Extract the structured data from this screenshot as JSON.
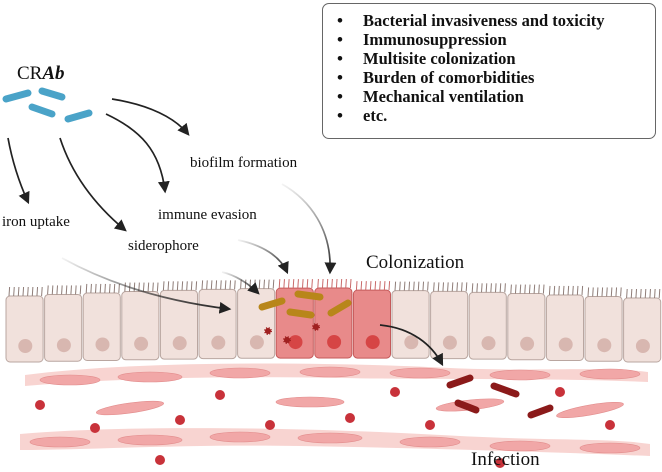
{
  "pathogen": {
    "prefix": "CR",
    "italic": "Ab"
  },
  "risk_factors": [
    "Bacterial invasiveness and toxicity",
    "Immunosuppression",
    "Multisite colonization",
    "Burden of comorbidities",
    "Mechanical ventilation",
    "etc."
  ],
  "mechanisms": {
    "biofilm": "biofilm formation",
    "immune": "immune evasion",
    "iron": "iron uptake",
    "siderophore": "siderophore"
  },
  "stages": {
    "colonization": "Colonization",
    "infection": "Infection"
  },
  "colors": {
    "bacteria_blue": "#4aa3c8",
    "bacteria_gold": "#b8861a",
    "bacteria_red": "#8b1a1a",
    "epithelium": "#f1e1dc",
    "infected_cell": "#e88a8a",
    "blood_cell": "#c8323a"
  }
}
